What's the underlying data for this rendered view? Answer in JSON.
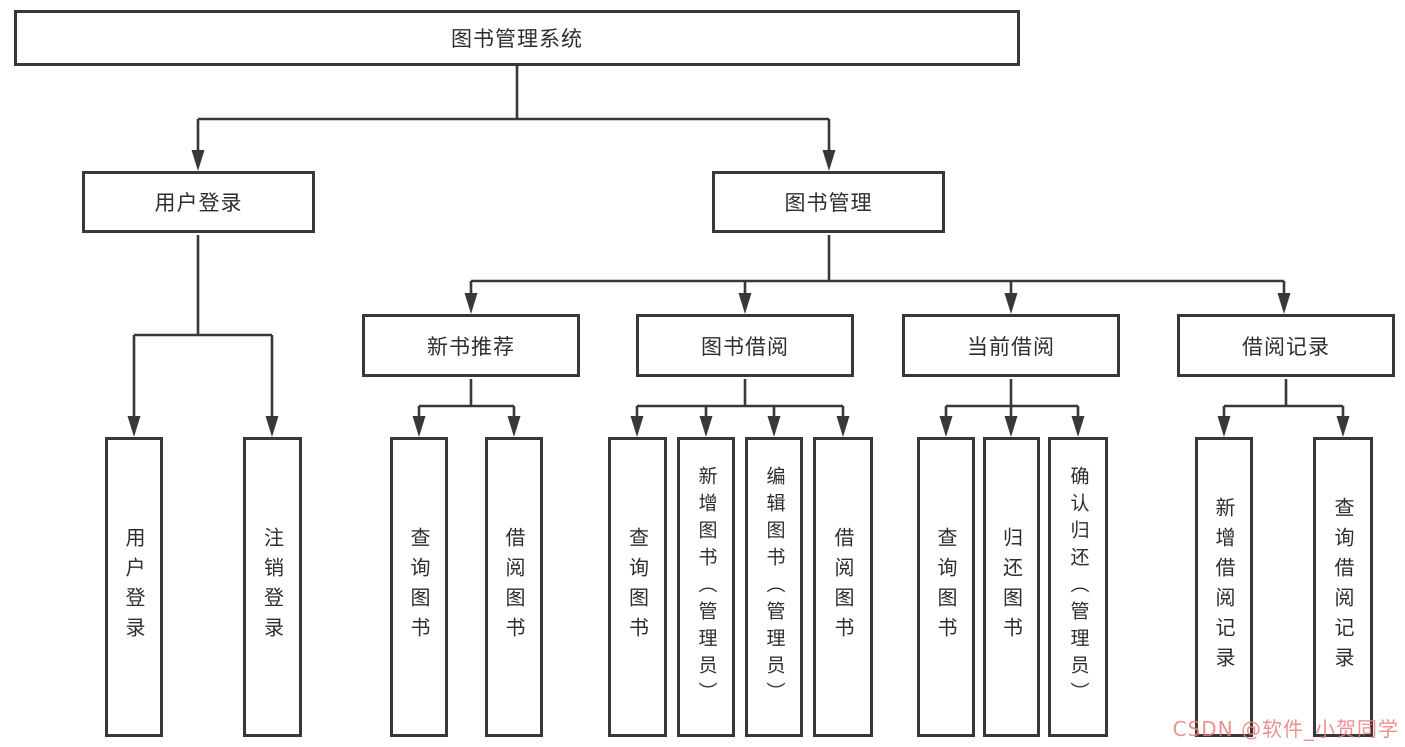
{
  "tree": {
    "label": "图书管理系统",
    "children": [
      {
        "label": "用户登录",
        "children": [
          {
            "label": "用户登录"
          },
          {
            "label": "注销登录"
          }
        ]
      },
      {
        "label": "图书管理",
        "children": [
          {
            "label": "新书推荐",
            "children": [
              {
                "label": "查询图书"
              },
              {
                "label": "借阅图书"
              }
            ]
          },
          {
            "label": "图书借阅",
            "children": [
              {
                "label": "查询图书"
              },
              {
                "label": "新增图书（管理员）"
              },
              {
                "label": "编辑图书（管理员）"
              },
              {
                "label": "借阅图书"
              }
            ]
          },
          {
            "label": "当前借阅",
            "children": [
              {
                "label": "查询图书"
              },
              {
                "label": "归还图书"
              },
              {
                "label": "确认归还（管理员）"
              }
            ]
          },
          {
            "label": "借阅记录",
            "children": [
              {
                "label": "新增借阅记录"
              },
              {
                "label": "查询借阅记录"
              }
            ]
          }
        ]
      }
    ]
  },
  "watermark": "CSDN @软件_小贺同学",
  "colors": {
    "line": "#383838",
    "box_border": "#383838",
    "box_background": "#ffffff",
    "text": "#2e2e2e",
    "watermark": "#e87d7d"
  }
}
